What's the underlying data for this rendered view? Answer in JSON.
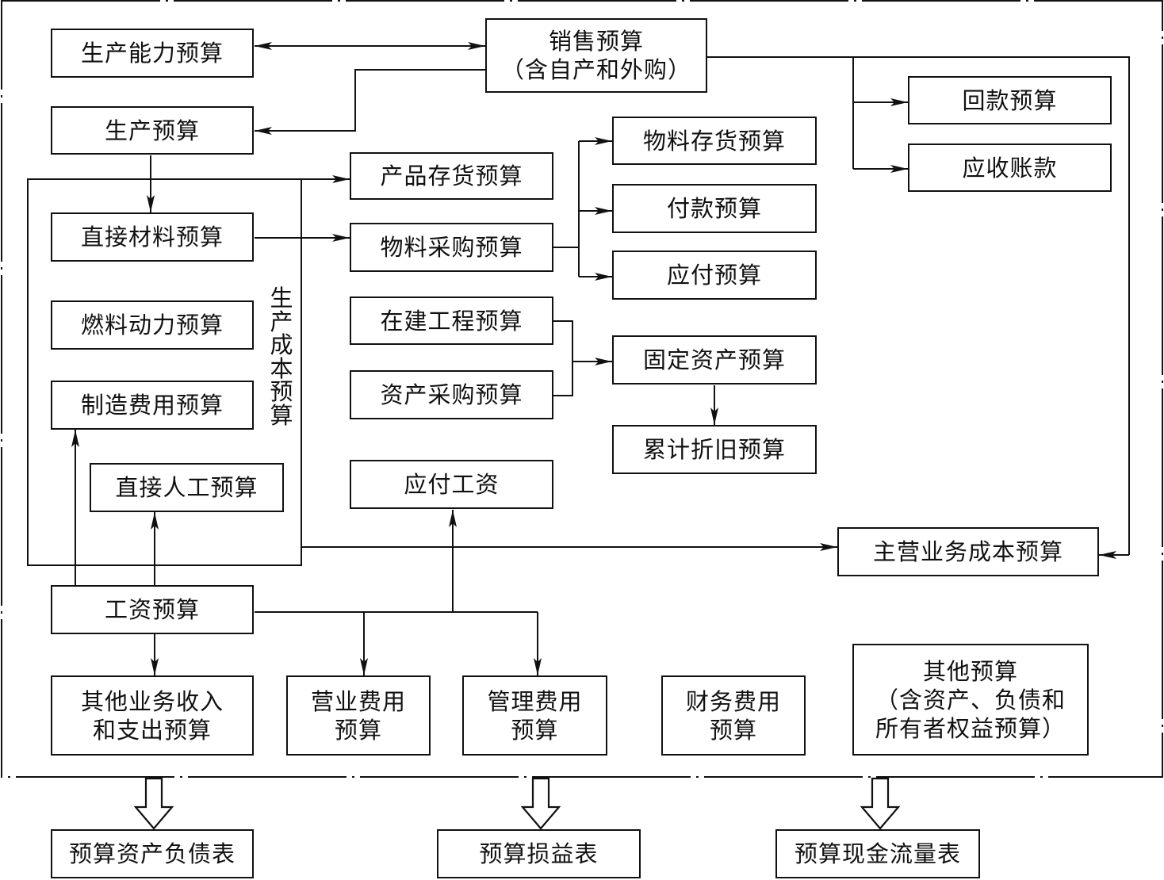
{
  "nodes": {
    "production_capacity": "生产能力预算",
    "sales_line1": "销售预算",
    "sales_line2": "（含自产和外购）",
    "production": "生产预算",
    "repayment": "回款预算",
    "receivables": "应收账款",
    "material_inventory": "物料存货预算",
    "product_inventory": "产品存货预算",
    "direct_material": "直接材料预算",
    "material_purchase": "物料采购预算",
    "payment": "付款预算",
    "payable": "应付预算",
    "fuel_power": "燃料动力预算",
    "construction": "在建工程预算",
    "fixed_assets": "固定资产预算",
    "asset_purchase": "资产采购预算",
    "manufacturing_expense": "制造费用预算",
    "depreciation": "累计折旧预算",
    "direct_labor": "直接人工预算",
    "wages_payable": "应付工资",
    "main_business_cost": "主营业务成本预算",
    "wages": "工资预算",
    "other_business_line1": "其他业务收入",
    "other_business_line2": "和支出预算",
    "sales_expense_line1": "营业费用",
    "sales_expense_line2": "预算",
    "admin_expense_line1": "管理费用",
    "admin_expense_line2": "预算",
    "finance_expense_line1": "财务费用",
    "finance_expense_line2": "预算",
    "other_budget_line1": "其他预算",
    "other_budget_line2": "（含资产、负债和",
    "other_budget_line3": "所有者权益预算）",
    "balance_sheet": "预算资产负债表",
    "income_statement": "预算损益表",
    "cash_flow": "预算现金流量表"
  },
  "group_label": "生产成本预算"
}
